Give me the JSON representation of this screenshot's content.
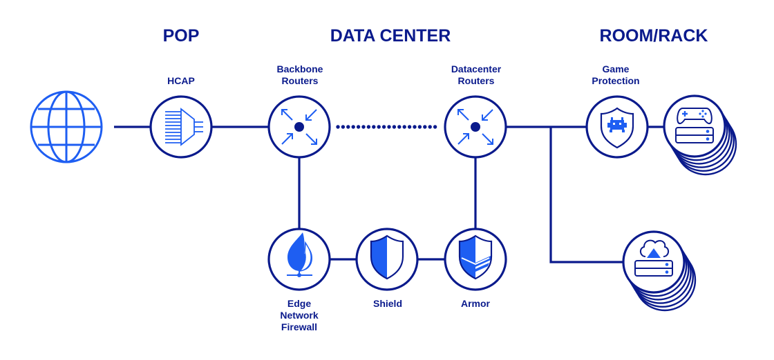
{
  "colors": {
    "navy": "#0a1a8c",
    "blue": "#1e5ef2"
  },
  "sections": [
    {
      "id": "pop",
      "label": "POP"
    },
    {
      "id": "data-center",
      "label": "DATA CENTER"
    },
    {
      "id": "room-rack",
      "label": "ROOM/RACK"
    }
  ],
  "nodes": {
    "internet": {
      "icon": "globe-icon"
    },
    "hcap": {
      "label_lines": [
        "HCAP"
      ],
      "icon": "funnel-icon"
    },
    "backbone": {
      "label_lines": [
        "Backbone",
        "Routers"
      ],
      "icon": "router-arrows-icon"
    },
    "datacenter": {
      "label_lines": [
        "Datacenter",
        "Routers"
      ],
      "icon": "router-arrows-icon"
    },
    "game_protection": {
      "label_lines": [
        "Game",
        "Protection"
      ],
      "icon": "invader-shield-icon"
    },
    "game_servers": {
      "icon": "gamepad-server-stack-icon"
    },
    "firewall": {
      "label_lines": [
        "Edge",
        "Network",
        "Firewall"
      ],
      "icon": "flame-network-icon"
    },
    "shield": {
      "label_lines": [
        "Shield"
      ],
      "icon": "shield-icon"
    },
    "armor": {
      "label_lines": [
        "Armor"
      ],
      "icon": "armor-shield-icon"
    },
    "cloud_servers": {
      "icon": "cloud-server-stack-icon"
    }
  }
}
